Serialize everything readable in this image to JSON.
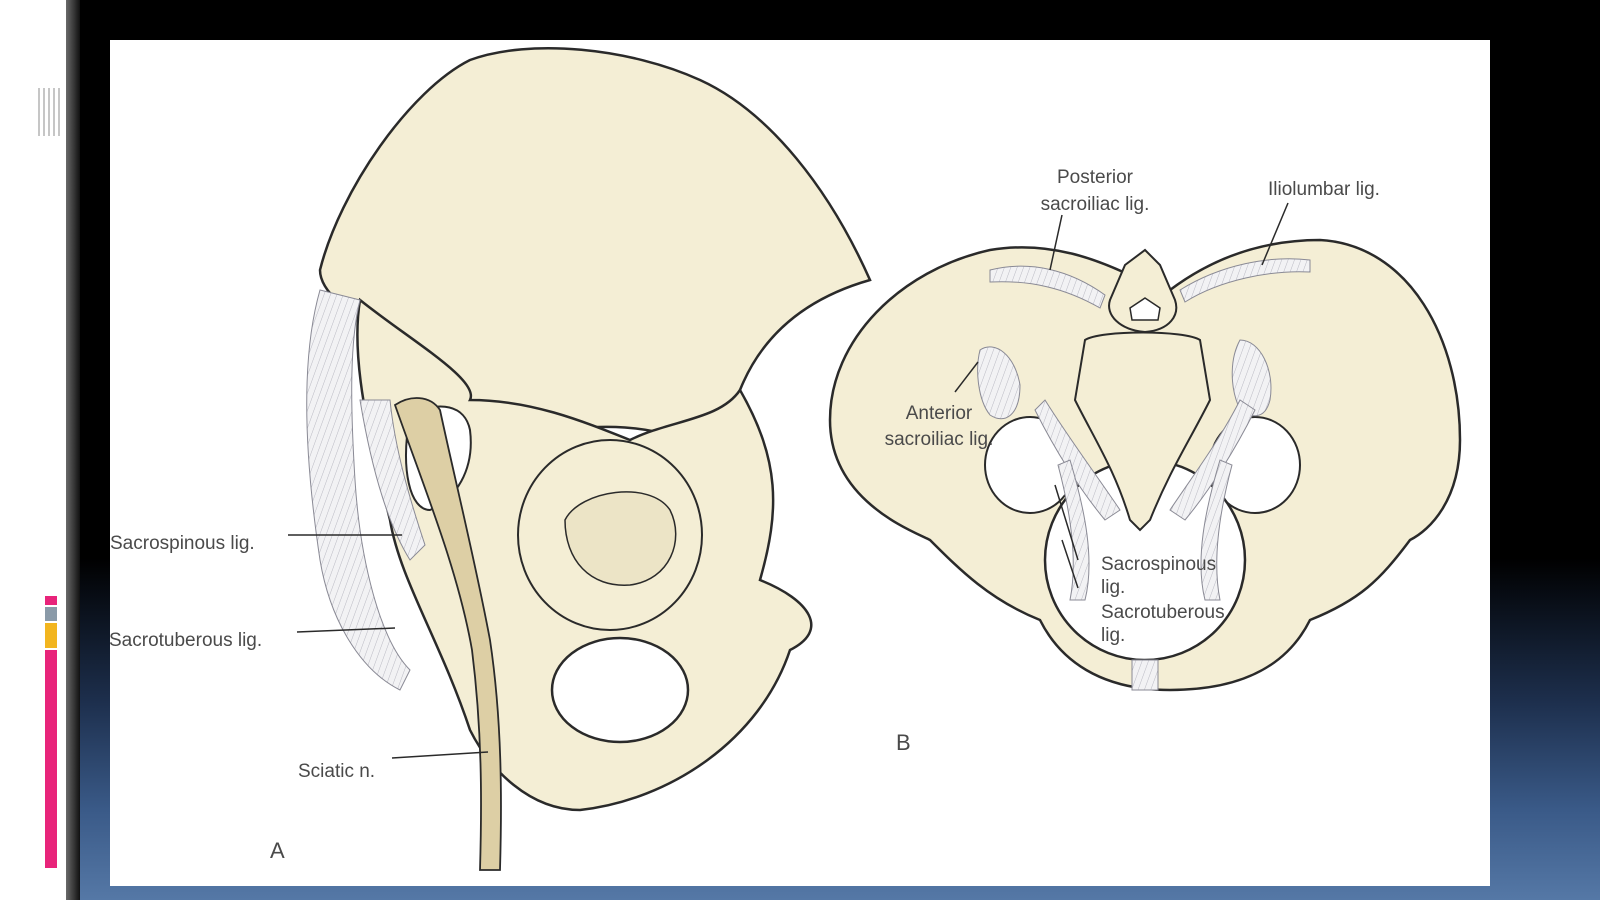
{
  "colors": {
    "bone": "#f4eed5",
    "bone_outline": "#2a2a2a",
    "nerve": "#ddcfa5",
    "ligament": "#e9e9ee",
    "accent_pink": "#e8247a",
    "accent_gray": "#8a9aa8",
    "accent_yellow": "#f2b51f",
    "label_text": "#4a4a4a"
  },
  "figure": {
    "panel_a_letter": "A",
    "panel_b_letter": "B",
    "panel_a_labels": {
      "sacrospinous": "Sacrospinous lig.",
      "sacrotuberous": "Sacrotuberous lig.",
      "sciatic": "Sciatic n."
    },
    "panel_b_labels": {
      "posterior_sacroiliac_1": "Posterior",
      "posterior_sacroiliac_2": "sacroiliac lig.",
      "iliolumbar": "Iliolumbar lig.",
      "anterior_sacroiliac_1": "Anterior",
      "anterior_sacroiliac_2": "sacroiliac lig.",
      "sacrospinous_1": "Sacrospinous",
      "sacrospinous_2": "lig.",
      "sacrotuberous_1": "Sacrotuberous",
      "sacrotuberous_2": "lig."
    }
  }
}
